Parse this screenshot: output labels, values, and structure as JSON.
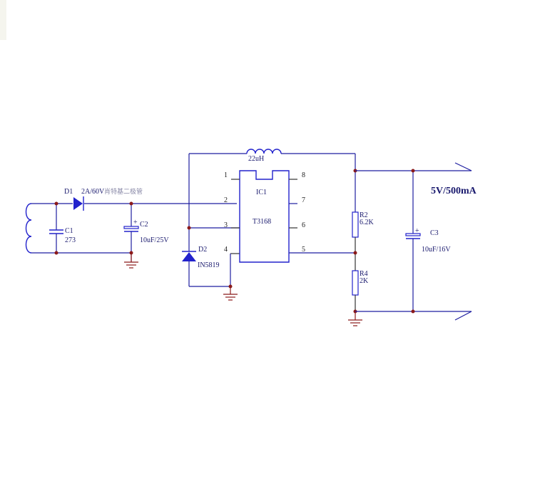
{
  "schematic": {
    "title": "T3168 buck converter circuit",
    "output_label": "5V/500mA",
    "components": {
      "D1": {
        "ref": "D1",
        "value": "2A/60V",
        "desc": "肖特基二极管"
      },
      "C1": {
        "ref": "C1",
        "value": "273"
      },
      "C2": {
        "ref": "C2",
        "value": "10uF/25V",
        "polarity": "+"
      },
      "L1": {
        "value": "22uH"
      },
      "IC1": {
        "ref": "IC1",
        "part": "T3168",
        "pins": [
          "1",
          "2",
          "3",
          "4",
          "5",
          "6",
          "7",
          "8"
        ]
      },
      "D2": {
        "ref": "D2",
        "value": "IN5819"
      },
      "R2": {
        "ref": "R2",
        "value": "6.2K"
      },
      "R4": {
        "ref": "R4",
        "value": "2K"
      },
      "C3": {
        "ref": "C3",
        "value": "10uF/16V",
        "polarity": "+"
      }
    },
    "colors": {
      "wire": "#1e1ea0",
      "component": "#2222cc",
      "ground": "#8b1a1a",
      "junction": "#8b1a1a"
    }
  }
}
